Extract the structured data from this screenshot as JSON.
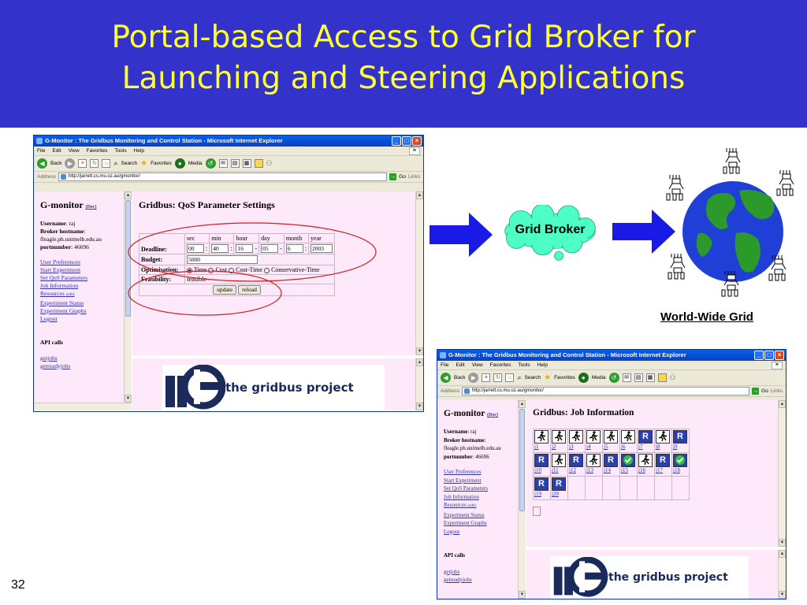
{
  "slide": {
    "title_line1": "Portal-based Access to Grid Broker for",
    "title_line2": "Launching and Steering Applications",
    "page_number": "32",
    "background_color": "#3333cc",
    "title_color": "#ffff33"
  },
  "diagram": {
    "broker_label": "Grid Broker",
    "grid_label": "World-Wide Grid"
  },
  "browser": {
    "title": "G-Monitor : The Gridbus Monitoring and Control Station - Microsoft Internet Explorer",
    "menu": [
      "File",
      "Edit",
      "View",
      "Favorites",
      "Tools",
      "Help"
    ],
    "toolbar": {
      "back": "Back",
      "search": "Search",
      "favorites": "Favorites",
      "media": "Media"
    },
    "address_label": "Address",
    "url": "http://jarrett.cs.mu.oz.au/gmonitor/",
    "go": "Go",
    "links": "Links"
  },
  "gmonitor": {
    "heading": "G-monitor",
    "doc_link": "(Doc)",
    "username_label": "Username",
    "username": ": raj",
    "hostname_label": "Broker hostname",
    "hostname_colon": ":",
    "hostname": "fleagle.ph.unimelb.edu.au",
    "portnumber_label": "portnumber",
    "portnumber": ": 46696",
    "nav": [
      "User Preferences",
      "Start Experiment",
      "Set QoS Parameters",
      "Job Information"
    ],
    "resources": "Resources",
    "resources_edit": "(edit)",
    "nav2": [
      "Experiment Status",
      "Experiment Graphs",
      "Logout"
    ],
    "api_heading": "API calls",
    "api": [
      "getjobs",
      "getreadyjobs"
    ]
  },
  "qos": {
    "title": "Gridbus: QoS Parameter Settings",
    "deadline_label": "Deadline:",
    "cols": [
      "sec",
      "min",
      "hour",
      "day",
      "month",
      "year"
    ],
    "values": [
      "00",
      "40",
      "16",
      "05",
      "6",
      "2003"
    ],
    "separators": [
      ":",
      ":",
      "-",
      "-",
      ":"
    ],
    "budget_label": "Budget:",
    "budget": "5000",
    "optimisation_label": "Optimisation:",
    "options": [
      "Time",
      "Cost",
      "Cost-Time",
      "Conservative-Time"
    ],
    "feasibility_label": "Feasibility:",
    "feasibility": "feasible",
    "update": "update",
    "reload": "reload"
  },
  "jobs": {
    "title": "Gridbus: Job Information",
    "row1": [
      {
        "icon": "run",
        "label": "j1"
      },
      {
        "icon": "run",
        "label": "j2"
      },
      {
        "icon": "run",
        "label": "j3"
      },
      {
        "icon": "run",
        "label": "j4"
      },
      {
        "icon": "run",
        "label": "j5"
      },
      {
        "icon": "run",
        "label": "j6"
      },
      {
        "icon": "R",
        "label": "j7"
      },
      {
        "icon": "run",
        "label": "j8"
      },
      {
        "icon": "R",
        "label": "j9"
      }
    ],
    "row2": [
      {
        "icon": "R",
        "label": "j10"
      },
      {
        "icon": "run",
        "label": "j11"
      },
      {
        "icon": "R",
        "label": "j12"
      },
      {
        "icon": "run",
        "label": "j13"
      },
      {
        "icon": "R",
        "label": "j14"
      },
      {
        "icon": "done",
        "label": "j15"
      },
      {
        "icon": "run",
        "label": "j16"
      },
      {
        "icon": "R",
        "label": "j17"
      },
      {
        "icon": "done",
        "label": "j18"
      }
    ],
    "row3": [
      {
        "icon": "R",
        "label": "j19"
      },
      {
        "icon": "R",
        "label": "j20"
      }
    ]
  },
  "logo": {
    "text": "the gridbus project"
  }
}
